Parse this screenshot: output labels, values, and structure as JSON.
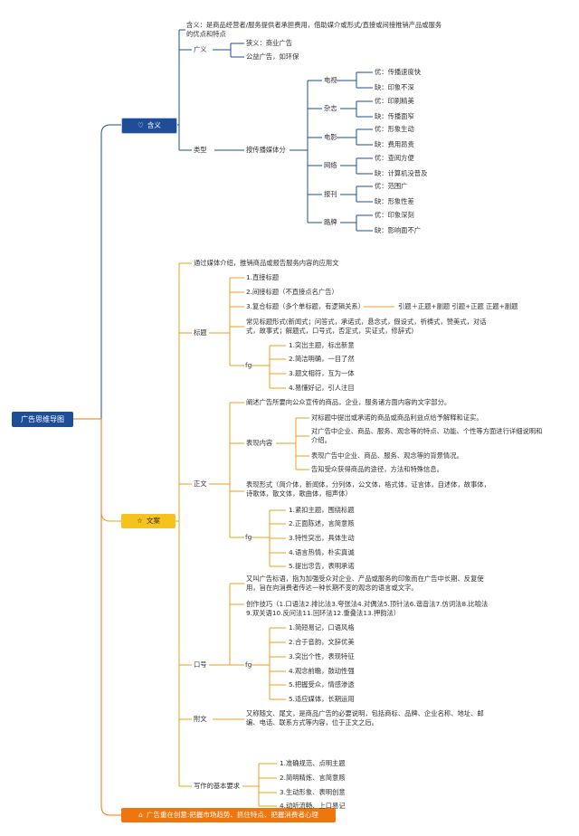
{
  "root": "广告思维导图",
  "branches": {
    "meaning": {
      "title": "含义",
      "desc": "含义：是商品经营者/服务提供者承担费用，借助媒介或形式/直接或间接推销产品或服务的优点和特点",
      "broad": {
        "label": "广义",
        "items": [
          "狭义：商业广告",
          "公益广告，如环保"
        ]
      },
      "types": {
        "label": "类型",
        "by": "按传播媒体分",
        "media": [
          {
            "name": "电视",
            "pros": "优：传播速度快",
            "cons": "缺：印象不深"
          },
          {
            "name": "杂志",
            "pros": "优：印刷精美",
            "cons": "缺：传播面窄"
          },
          {
            "name": "电影",
            "pros": "优：形象生动",
            "cons": "缺：费用昂贵"
          },
          {
            "name": "网络",
            "pros": "优：查阅方便",
            "cons": "缺：计算机没普及"
          },
          {
            "name": "报刊",
            "pros": "优：范围广",
            "cons": "缺：形象性差"
          },
          {
            "name": "路牌",
            "pros": "优：印象深刻",
            "cons": "缺：影响面不广"
          }
        ]
      }
    },
    "copy": {
      "title": "文案",
      "intro": "通过媒体介绍，推销商品或报告服务内容的应用文",
      "headline": {
        "label": "标题",
        "items": [
          "1.直接标题",
          "2.间接标题（不直接点名广告）",
          "3.复合标题（多个单标题，有逻辑关系）"
        ],
        "compound_note": "引题＋正题+副题 引题+正题 正题+副题",
        "forms": "常见标题形式(新闻式；问答式，承诺式，悬念式，假设式，祈祷式，赞美式，对话式，故事式；解题式，口号式，否定式，实证式，修辞式)",
        "req_label": "fg",
        "reqs": [
          "1.突出主题，标出新意",
          "2.简洁明确，一目了然",
          "3.题文相符，互为一体",
          "4.易懂好记，引人注目"
        ]
      },
      "body": {
        "label": "正文",
        "desc": "阐述广告所要向公众宣传的商品，企业，服务诸方面内容的文字部分。",
        "content_label": "表现内容",
        "contents": [
          "对标题中提出或承诺的商品或商品利益点给予解释和证实。",
          "对广告中企业、商品、服务、观念等的特点、功能、个性等方面进行详细说明和介绍。",
          "表现广告中企业、商品、服务、观念等的背景情况。",
          "告知受众获得商品的途径，方法和特殊信息。"
        ],
        "forms": "表现形式（简介体，新闻体，分列体，公文体，格式体，证言体，自述体，故事体，诗歌体，散文体，歌曲体，相声体）",
        "req_label": "fg",
        "reqs": [
          "1.紧扣主题，围绕标题",
          "2.正面陈述，言简意赅",
          "3.特性突出，具体生动",
          "4.语言热情，朴实真诚",
          "5.提出忠告，表明承诺"
        ]
      },
      "slogan": {
        "label": "口号",
        "desc": "又叫广告标语，指为加强受众对企业、产品或服务的印象而在广告中长期、反复使用，旨在向消费者传达一种长期不变的观念的语言或文字。",
        "technique": "创作技巧（1.口语法2.排比法3.夸张法4.对偶法5.顶针法6.谐音法7.仿词法8.比喻法9.双关语10.反问法11.回环法12.重叠法13.押韵法）",
        "req_label": "fg",
        "reqs": [
          "1.简短易记，口语风格",
          "2.合于音韵，文辞优美",
          "3.突出个性，表现特征",
          "4.观念前瞻，鼓动性强",
          "5.把握受众，情感渗透",
          "5.适应媒体，长期运用"
        ]
      },
      "appendix": {
        "label": "附文",
        "desc": "又称随文、尾文，是商品广告的必要说明，包括商标、品牌、企业名称、地址、邮编、电话、联系方式等内容，位于正文之后。"
      },
      "basic": {
        "label": "写作的基本要求",
        "items": [
          "1.准确规范、点明主题",
          "2.简明精炼、言简意赅",
          "3.生动形象、表明创意",
          "4.动听流畅、上口易记"
        ]
      }
    },
    "creative": {
      "title": "广告重在创意:把握市场趋势、抓住特点、把握消费者心理"
    }
  },
  "colors": {
    "blue": "#1f4e99",
    "yellow": "#f6c21c",
    "orange": "#f0750d"
  },
  "icons": {
    "meaning": "heart-icon",
    "copy": "star-icon",
    "creative": "home-icon"
  }
}
